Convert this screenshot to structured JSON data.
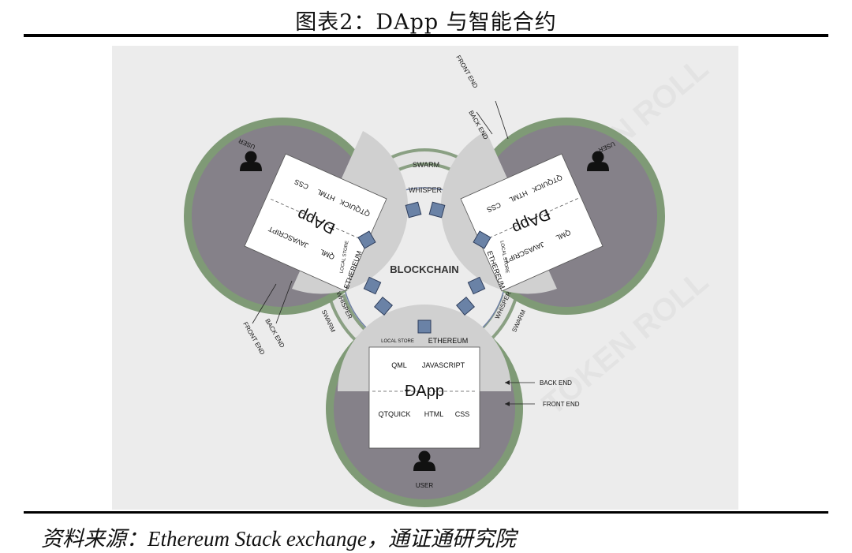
{
  "figure_title": "图表2：DApp 与智能合约",
  "source_note": "资料来源：Ethereum Stack exchange，通证通研究院",
  "watermark": "TOKEN ROLL",
  "diagram": {
    "center_label": "BLOCKCHAIN",
    "ring_labels": {
      "outer": "SWARM",
      "inner": "WHISPER"
    },
    "node": {
      "dapp_title": "ÐApp",
      "back_end": [
        "QML",
        "JAVASCRIPT"
      ],
      "front_end": [
        "QTQUICK",
        "HTML",
        "CSS"
      ],
      "user_label": "USER",
      "local_store_label": "LOCAL STORE",
      "ethereum_label": "ETHEREUM",
      "back_end_label": "BACK END",
      "front_end_label": "FRONT END"
    }
  },
  "colors": {
    "ring_green": "#7f9a76",
    "front_end_gray": "#858189",
    "back_end_gray": "#d0d0d0",
    "block_blue": "#6a82a6"
  }
}
